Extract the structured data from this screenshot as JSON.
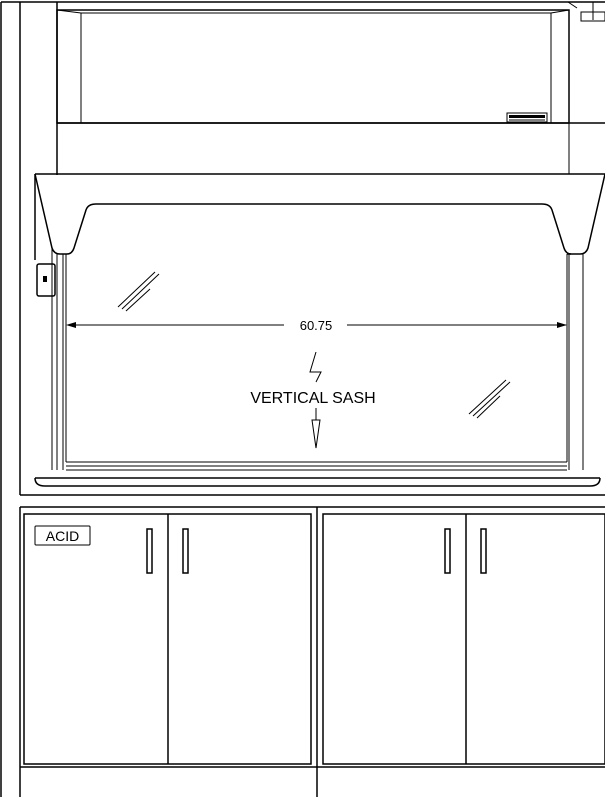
{
  "drawing": {
    "dimension_label": "60.75",
    "sash_label": "VERTICAL SASH",
    "cabinet_label": "ACID"
  }
}
